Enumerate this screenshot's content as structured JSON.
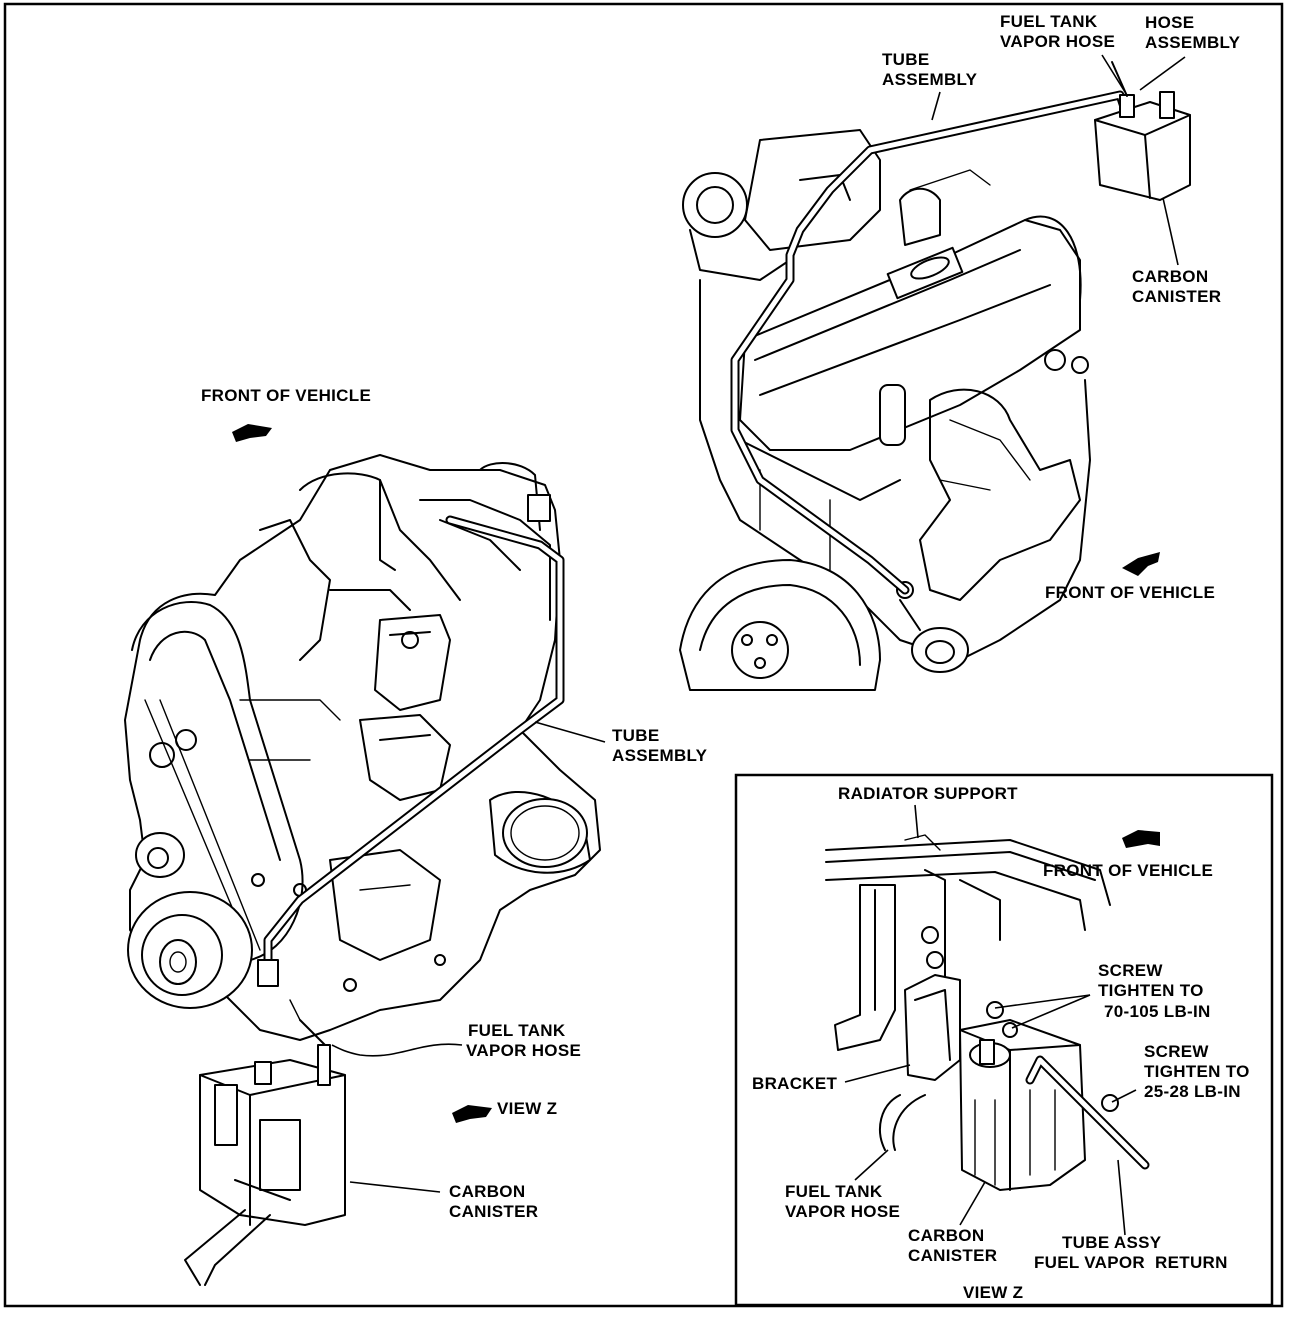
{
  "left_view": {
    "front_of_vehicle": "FRONT OF VEHICLE",
    "tube_assembly": [
      "TUBE",
      "ASSEMBLY"
    ],
    "fuel_tank_vapor_hose": [
      "FUEL TANK",
      "VAPOR HOSE"
    ],
    "view_z": "VIEW Z",
    "carbon_canister": [
      "CARBON",
      "CANISTER"
    ]
  },
  "right_view": {
    "fuel_tank_vapor_hose": [
      "FUEL TANK",
      "VAPOR HOSE"
    ],
    "hose_assembly": [
      "HOSE",
      "ASSEMBLY"
    ],
    "tube_assembly": [
      "TUBE",
      "ASSEMBLY"
    ],
    "carbon_canister": [
      "CARBON",
      "CANISTER"
    ],
    "front_of_vehicle": "FRONT OF VEHICLE"
  },
  "inset_view_z": {
    "radiator_support": "RADIATOR SUPPORT",
    "front_of_vehicle": "FRONT OF VEHICLE",
    "screw_upper": [
      "SCREW",
      "TIGHTEN TO",
      "70-105 LB-IN"
    ],
    "screw_lower": [
      "SCREW",
      "TIGHTEN TO",
      "25-28 LB-IN"
    ],
    "bracket": "BRACKET",
    "fuel_tank_vapor_hose": [
      "FUEL TANK",
      "VAPOR HOSE"
    ],
    "carbon_canister": [
      "CARBON",
      "CANISTER"
    ],
    "tube_assy": [
      "TUBE ASSY",
      "FUEL VAPOR  RETURN"
    ],
    "title": "VIEW Z"
  }
}
